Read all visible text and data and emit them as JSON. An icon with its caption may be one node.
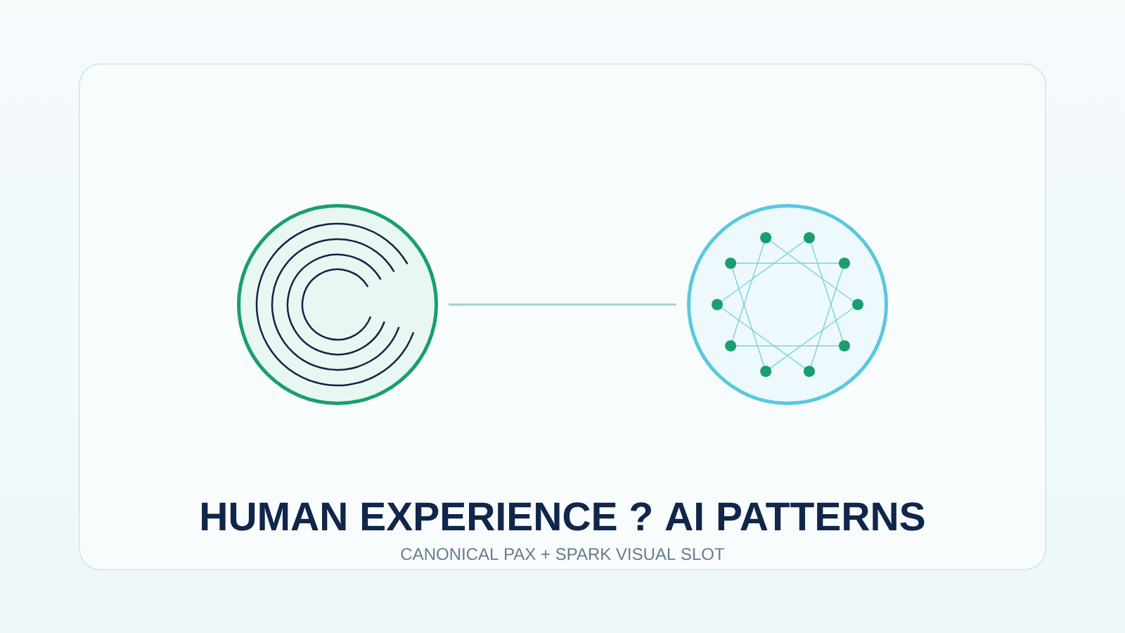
{
  "diagram": {
    "title": "HUMAN EXPERIENCE ? AI PATTERNS",
    "caption": "CANONICAL PAX + SPARK VISUAL SLOT",
    "nodes": [
      {
        "text": [],
        "shape": "circle"
      },
      {
        "text": [],
        "shape": "circle"
      }
    ],
    "edges": [
      {
        "from": 0,
        "to": 1,
        "arrow": "none"
      }
    ]
  }
}
